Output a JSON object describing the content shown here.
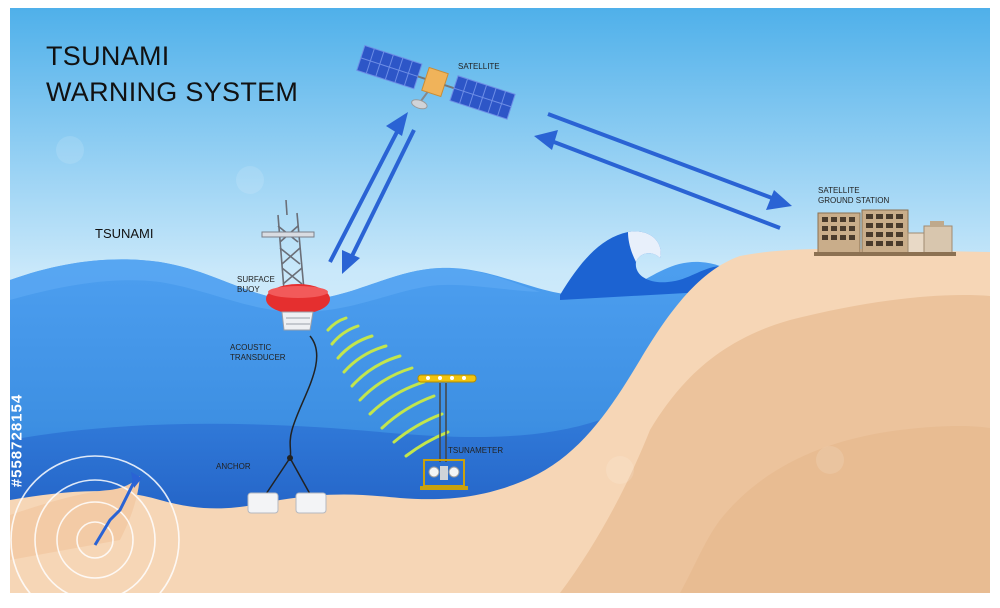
{
  "title": {
    "line1": "TSUNAMI",
    "line2": "WARNING SYSTEM"
  },
  "labels": {
    "satellite": "SATELLITE",
    "ground_station_1": "SATELLITE",
    "ground_station_2": "GROUND STATION",
    "tsunami": "TSUNAMI",
    "surface_buoy_1": "SURFACE",
    "surface_buoy_2": "BUOY",
    "acoustic_1": "ACOUSTIC",
    "acoustic_2": "TRANSDUCER",
    "anchor": "ANCHOR",
    "tsunameter": "TSUNAMETER"
  },
  "stock_id": "#558728154",
  "colors": {
    "sky_top": "#4fb0ea",
    "ocean_light": "#3d8fe2",
    "ocean_deep": "#1b5fc9",
    "sand": "#f6d6b6",
    "sand_dark": "#ecc39c",
    "arrow": "#2a63d4",
    "buoy": "#e52f2f",
    "signal": "#b9e24a"
  }
}
